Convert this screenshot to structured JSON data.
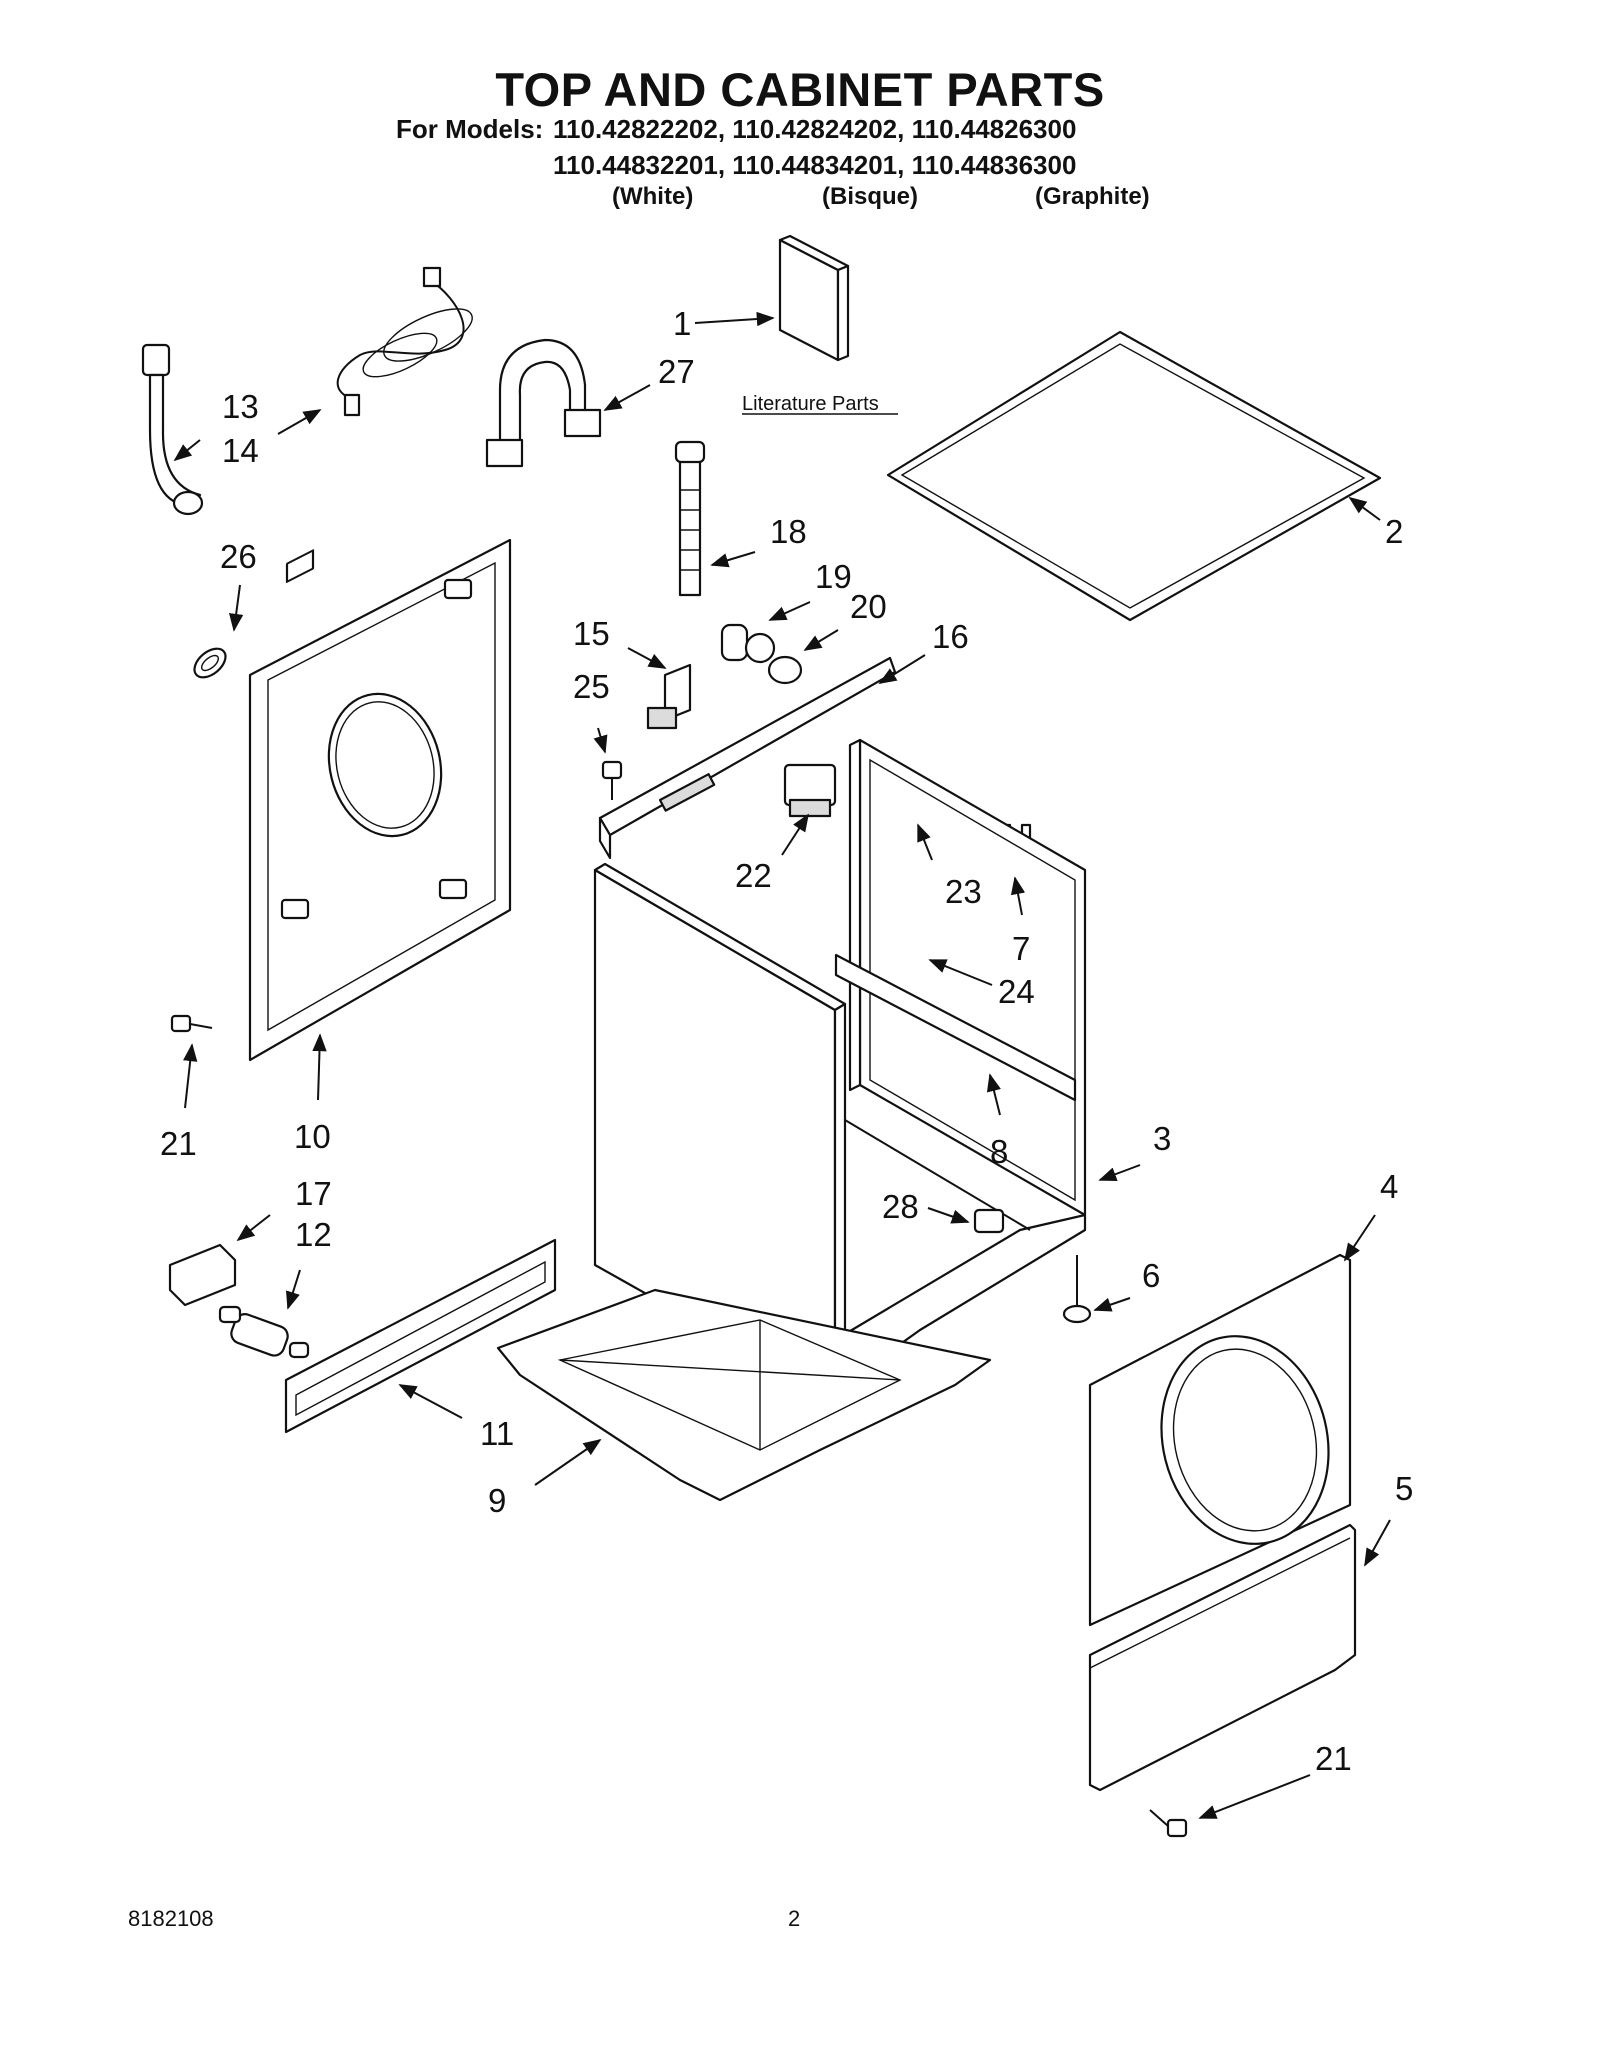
{
  "header": {
    "title": "TOP AND CABINET PARTS",
    "for_models_label": "For Models:",
    "models_row1": "110.42822202, 110.42824202, 110.44826300",
    "models_row2": "110.44832201, 110.44834201, 110.44836300",
    "color_white": "(White)",
    "color_bisque": "(Bisque)",
    "color_graphite": "(Graphite)"
  },
  "diagram": {
    "literature_label": "Literature Parts",
    "callouts": [
      "1",
      "2",
      "3",
      "4",
      "5",
      "6",
      "7",
      "8",
      "9",
      "10",
      "11",
      "12",
      "13",
      "14",
      "15",
      "16",
      "17",
      "18",
      "19",
      "20",
      "21",
      "21",
      "22",
      "23",
      "24",
      "25",
      "26",
      "27",
      "28"
    ]
  },
  "footer": {
    "doc_number": "8182108",
    "page_number": "2"
  }
}
